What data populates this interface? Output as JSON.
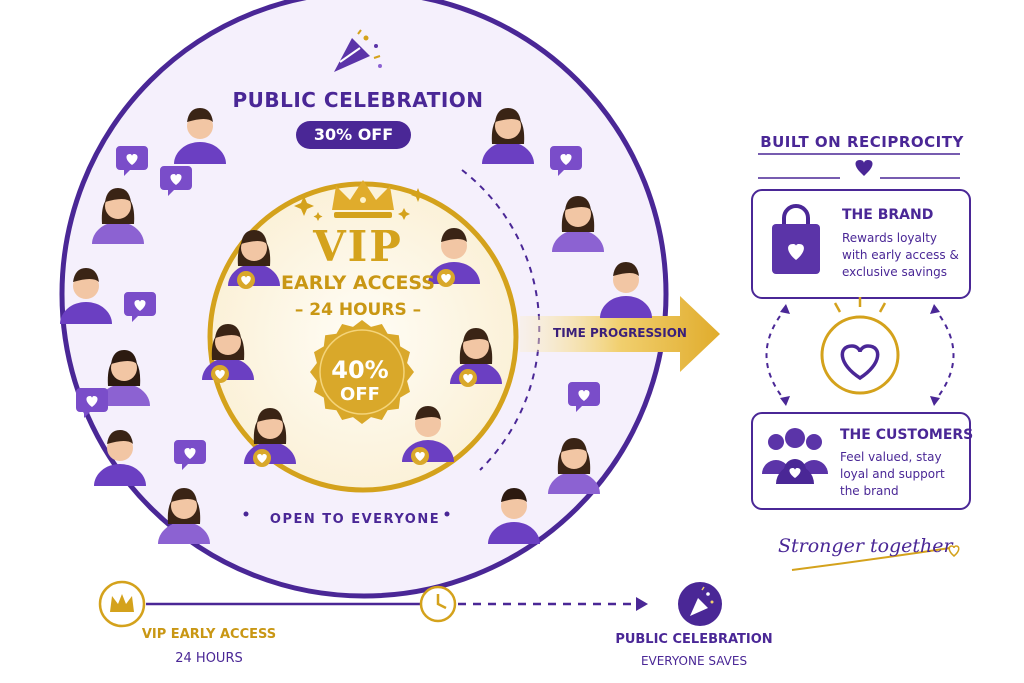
{
  "outer": {
    "title": "PUBLIC CELEBRATION",
    "discount": "30% OFF",
    "footer": "OPEN TO EVERYONE"
  },
  "vip": {
    "title": "VIP",
    "subtitle": "EARLY ACCESS",
    "duration": "– 24 HOURS –",
    "badge_percent": "40%",
    "badge_off": "OFF"
  },
  "arrow_label": "TIME PROGRESSION",
  "reciprocity": {
    "title": "BUILT ON RECIPROCITY",
    "brand": {
      "heading": "THE BRAND",
      "body": "Rewards loyalty with early access & exclusive savings"
    },
    "customers": {
      "heading": "THE CUSTOMERS",
      "body": "Feel valued, stay loyal and support the brand"
    },
    "tagline": "Stronger together"
  },
  "timeline": {
    "start_label": "VIP EARLY ACCESS",
    "start_sub": "24 HOURS",
    "end_label": "PUBLIC CELEBRATION",
    "end_sub": "EVERYONE SAVES"
  },
  "colors": {
    "purple": "#4a2796",
    "purple_light": "#8c62d2",
    "gold": "#d4a21c",
    "cream": "#fdf6e6",
    "lavender": "#f4f0fb"
  },
  "icons": [
    "party-popper-icon",
    "crown-icon",
    "heart-icon",
    "shopping-bag-icon",
    "people-group-icon",
    "clock-icon",
    "sparkle-icon"
  ]
}
